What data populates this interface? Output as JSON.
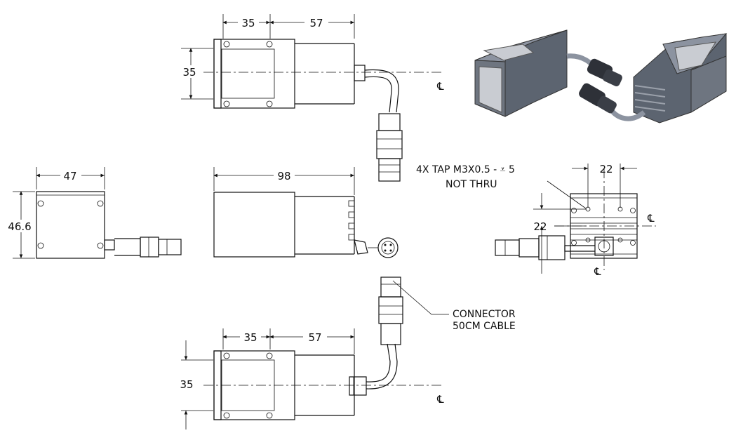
{
  "dimensions": {
    "top_view": {
      "width_front": "35",
      "width_body": "57",
      "height": "35"
    },
    "side_view": {
      "width": "47",
      "height": "46.6"
    },
    "middle_view": {
      "length": "98"
    },
    "bottom_view": {
      "width_front": "35",
      "width_body": "57",
      "height": "35"
    },
    "rear_view": {
      "hole_spacing_x": "22",
      "hole_spacing_y": "22"
    }
  },
  "centerline_symbol": "℄",
  "notes": {
    "tap_line1": "4X TAP M3X0.5 - ⩡ 5",
    "tap_line2": "NOT THRU",
    "connector_line1": "CONNECTOR",
    "connector_line2": "50CM CABLE"
  },
  "colors": {
    "line": "#111111",
    "body_dark": "#5c6470",
    "body_light": "#8c93a0",
    "lens": "#c9ccd2"
  }
}
